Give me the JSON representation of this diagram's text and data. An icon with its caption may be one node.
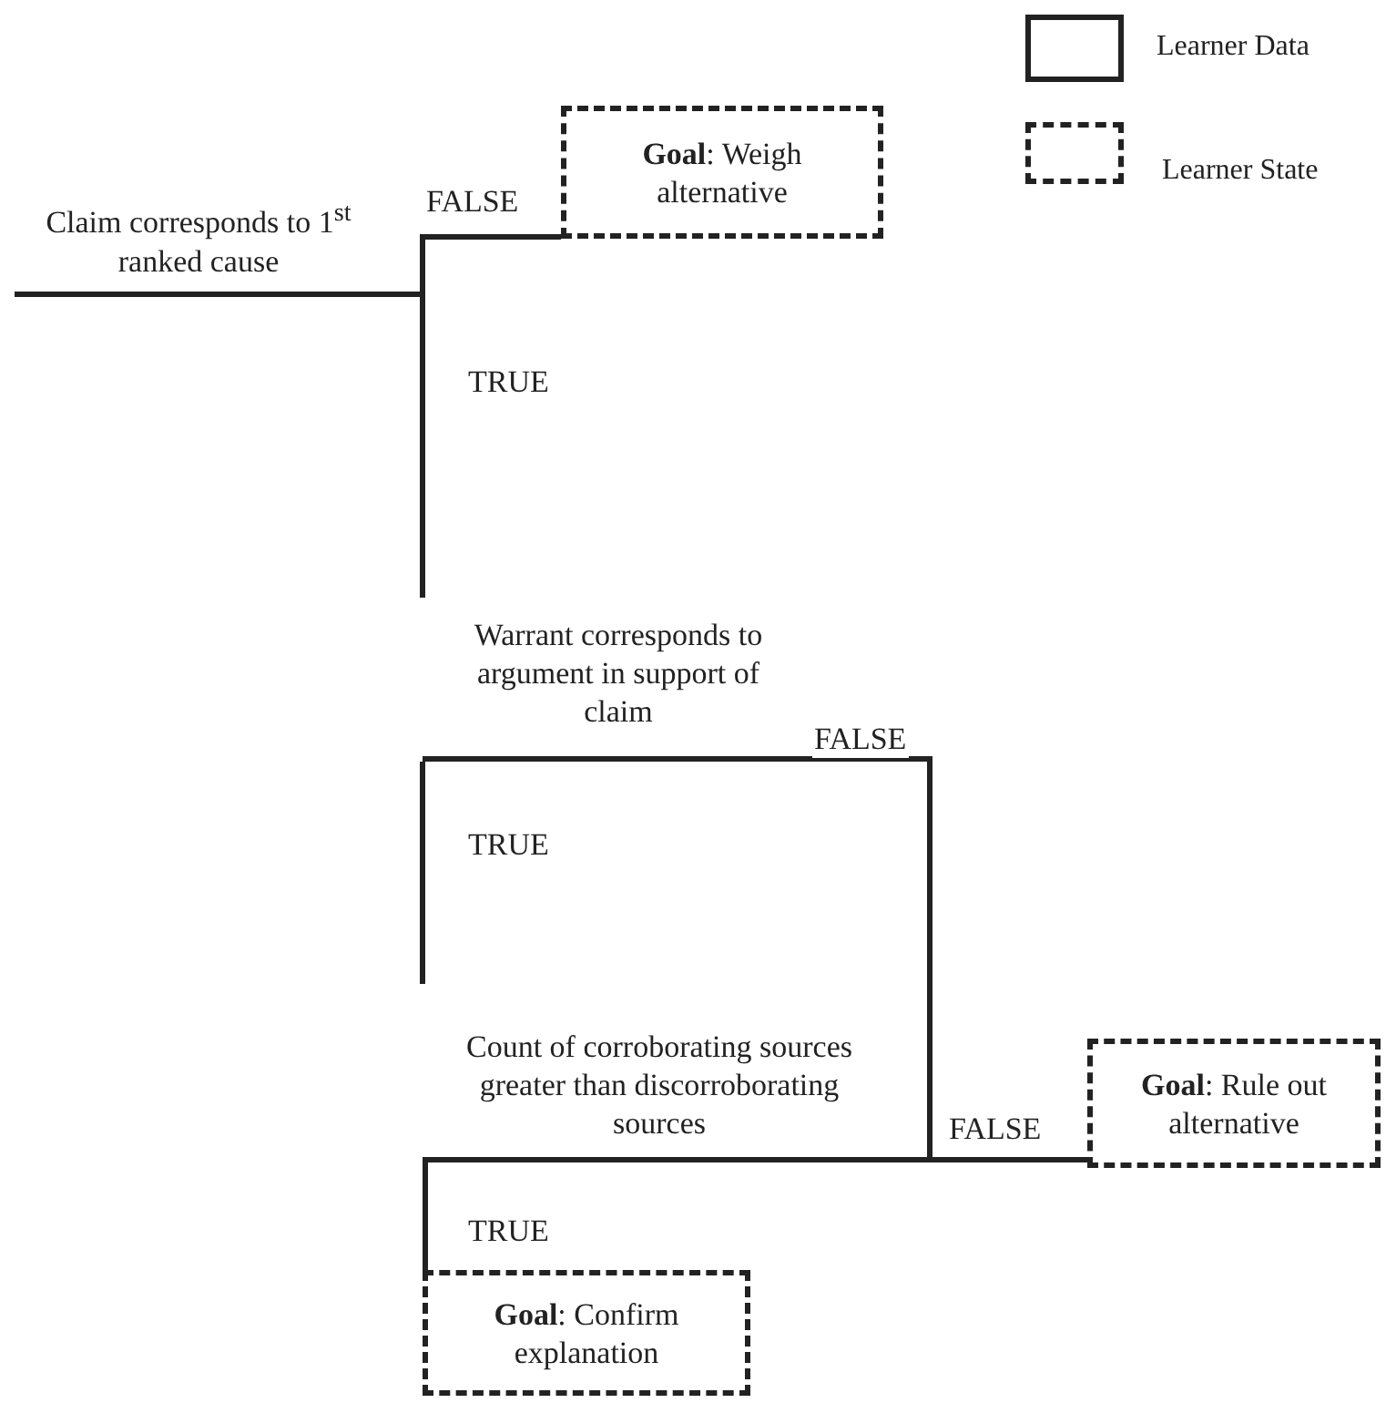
{
  "diagram": {
    "nodes": [
      {
        "text": [
          "Claim corresponds to 1$^{st}$ ranked cause"
        ]
      },
      {
        "text": [
          "**Goal**: Weigh alternative"
        ]
      },
      {
        "text": [
          "Warrant corresponds to argument in support of claim"
        ]
      },
      {
        "text": [
          "Count of corroborating sources greater than discorroborating sources"
        ]
      },
      {
        "text": [
          "**Goal**: Rule out alternative"
        ]
      },
      {
        "text": [
          "**Goal**: Confirm explanation"
        ]
      }
    ],
    "edges": [
      {
        "from": 0,
        "to": 1,
        "arrow": "none",
        "label": "FALSE"
      },
      {
        "from": 0,
        "to": 2,
        "arrow": "none",
        "label": "TRUE"
      },
      {
        "from": 2,
        "to": 3,
        "arrow": "none",
        "label": "TRUE"
      },
      {
        "from": 2,
        "to": 4,
        "arrow": "none",
        "label": "FALSE"
      },
      {
        "from": 3,
        "to": 4,
        "arrow": "none",
        "label": "FALSE"
      },
      {
        "from": 3,
        "to": 5,
        "arrow": "none",
        "label": "TRUE"
      }
    ],
    "legend": [
      {
        "text": "Learner Data"
      },
      {
        "text": "Learner State"
      }
    ]
  }
}
